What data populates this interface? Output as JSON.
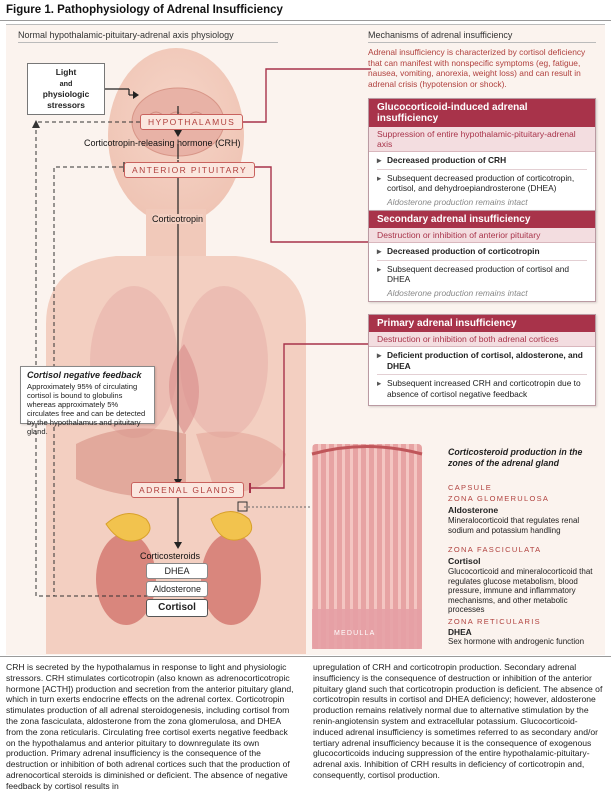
{
  "figure_title": "Figure 1. Pathophysiology of Adrenal Insufficiency",
  "left_heading": "Normal hypothalamic-pituitary-adrenal axis physiology",
  "right_heading": "Mechanisms of adrenal insufficiency",
  "intro": "Adrenal insufficiency is characterized by cortisol deficiency that can manifest with nonspecific symptoms (eg, fatigue, nausea, vomiting, anorexia, weight loss) and can result in adrenal crisis (hypotension or shock).",
  "stimulus": {
    "line1": "Light",
    "line2": "and",
    "line3": "physiologic stressors"
  },
  "axis": {
    "hypothalamus": "HYPOTHALAMUS",
    "crh": "Corticotropin-releasing hormone (CRH)",
    "pituitary": "ANTERIOR PITUITARY",
    "corticotropin": "Corticotropin",
    "adrenal_glands": "ADRENAL GLANDS",
    "corticosteroids": "Corticosteroids",
    "dhea": "DHEA",
    "aldosterone": "Aldosterone",
    "cortisol": "Cortisol"
  },
  "feedback": {
    "title": "Cortisol negative feedback",
    "text": "Approximately 95% of circulating cortisol is bound to globulins whereas approximately 5% circulates free and can be detected by the hypothalamus and pituitary gland."
  },
  "mechanisms": [
    {
      "title": "Glucocorticoid-induced adrenal insufficiency",
      "subtitle": "Suppression of entire hypothalamic-pituitary-adrenal axis",
      "point1": "Decreased production of CRH",
      "point2": "Subsequent decreased production of corticotropin, cortisol, and dehydroepiandrosterone (DHEA)",
      "note": "Aldosterone production remains intact"
    },
    {
      "title": "Secondary adrenal insufficiency",
      "subtitle": "Destruction or inhibition of anterior pituitary",
      "point1": "Decreased production of corticotropin",
      "point2": "Subsequent decreased production of cortisol and DHEA",
      "note": "Aldosterone production remains intact"
    },
    {
      "title": "Primary adrenal insufficiency",
      "subtitle": "Destruction or inhibition of both adrenal cortices",
      "point1": "Deficient production of cortisol, aldosterone, and DHEA",
      "point2": "Subsequent increased CRH and corticotropin due to absence of cortisol negative feedback",
      "note": ""
    }
  ],
  "zones": {
    "title": "Corticosteroid production in the zones of the adrenal gland",
    "capsule": "CAPSULE",
    "glomerulosa": {
      "name": "ZONA GLOMERULOSA",
      "hormone": "Aldosterone",
      "desc": "Mineralocorticoid that regulates renal sodium and potassium handling"
    },
    "fasciculata": {
      "name": "ZONA FASCICULATA",
      "hormone": "Cortisol",
      "desc": "Glucocorticoid and mineralocorticoid that regulates glucose metabolism, blood pressure, immune and inflammatory mechanisms, and other metabolic processes"
    },
    "reticularis": {
      "name": "ZONA RETICULARIS",
      "hormone": "DHEA",
      "desc": "Sex hormone with androgenic function"
    },
    "medulla": "MEDULLA"
  },
  "body_left": "CRH is secreted by the hypothalamus in response to light and physiologic stressors. CRH stimulates corticotropin (also known as adrenocorticotropic hormone [ACTH]) production and secretion from the anterior pituitary gland, which in turn exerts endocrine effects on the adrenal cortex. Corticotropin stimulates production of all adrenal steroidogenesis, including cortisol from the zona fasciculata, aldosterone from the zona glomerulosa, and DHEA from the zona reticularis. Circulating free cortisol exerts negative feedback on the hypothalamus and anterior pituitary to downregulate its own production. Primary adrenal insufficiency is the consequence of the destruction or inhibition of both adrenal cortices such that the production of adrenocortical steroids is diminished or deficient. The absence of negative feedback by cortisol results in",
  "body_right": "upregulation of CRH and corticotropin production. Secondary adrenal insufficiency is the consequence of destruction or inhibition of the anterior pituitary gland such that corticotropin production is deficient. The absence of corticotropin results in cortisol and DHEA deficiency; however, aldosterone production remains relatively normal due to alternative stimulation by the renin-angiotensin system and extracellular potassium. Glucocorticoid-induced adrenal insufficiency is sometimes referred to as secondary and/or tertiary adrenal insufficiency because it is the consequence of exogenous glucocorticoids inducing suppression of the entire hypothalamic-pituitary-adrenal axis. Inhibition of CRH results in deficiency of corticotropin and, consequently, cortisol production."
}
